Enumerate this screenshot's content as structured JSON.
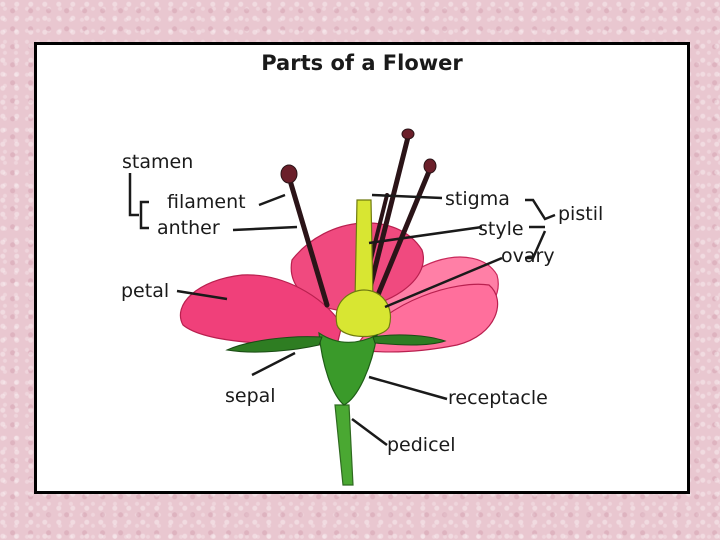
{
  "diagram": {
    "title": "Parts of a Flower",
    "labels": {
      "stamen": "stamen",
      "filament": "filament",
      "anther": "anther",
      "petal": "petal",
      "sepal": "sepal",
      "stigma": "stigma",
      "style": "style",
      "ovary": "ovary",
      "pistil": "pistil",
      "receptacle": "receptacle",
      "pedicel": "pedicel"
    },
    "colors": {
      "petal": "#f0407a",
      "petal_light": "#ff7fa6",
      "sepal": "#3a9a2a",
      "stem": "#4aa832",
      "pistil": "#d8e632",
      "anther": "#6b1f2a",
      "background": "#e9c7d0"
    }
  }
}
